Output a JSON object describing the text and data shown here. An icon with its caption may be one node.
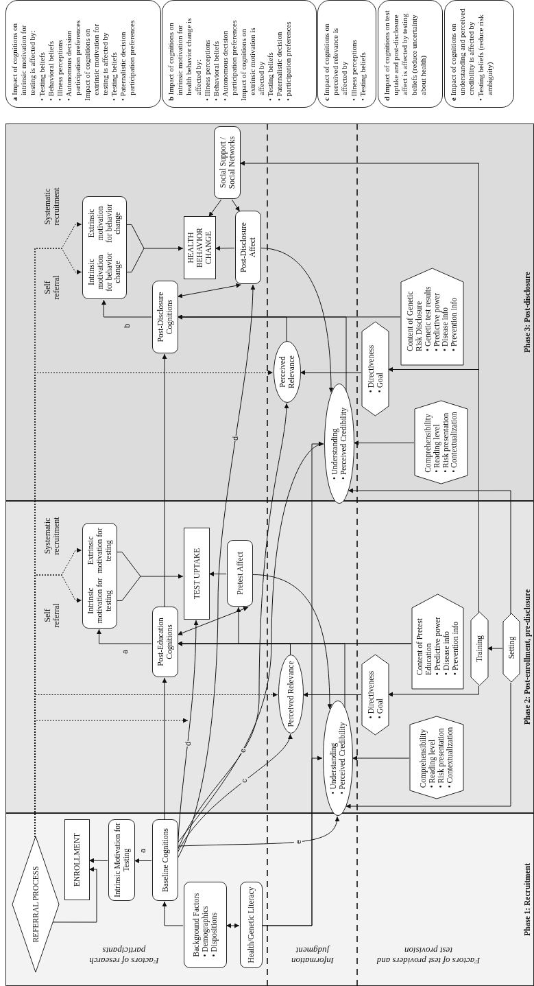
{
  "diagram": {
    "nodes": [
      {
        "text": [
          "**a** Impact of cognitions on intrinsic motivation for testing is affected by:",
          "• Testing beliefs",
          "• Behavioral beliefs",
          "• Illness perceptions",
          "• Autonomous decision participation preferences",
          "Impact of cognitions on extrinsic motivation for testing is affected by",
          "• Testing beliefs",
          "• Paternalistic decision participation preferences"
        ]
      },
      {
        "text": [
          "**b** Impact of cognitions on intrinsic motivation for health behavior change is affected by:",
          "• Illness perceptions",
          "• Behavioral beliefs",
          "• Autonomous decision participation preferences",
          "Impact of cognitions on extrinsic motivation is affected by",
          "• Testing beliefs",
          "• Paternalistic decision",
          "• participation preferences"
        ]
      },
      {
        "text": [
          "**c** Impact of cognitions on perceived relevance is affected by",
          "• Illness perceptions",
          "• Testing beliefs"
        ]
      },
      {
        "text": [
          "**d** Impact of cognitions on test uptake and post-disclosure affect is affected by testing beliefs (reduce uncertainty about health)"
        ]
      },
      {
        "text": [
          "**e** Impact of cognitions on understanding and perceived credibility is affected by",
          "• Testing beliefs (reduce risk ambiguity)"
        ]
      },
      {
        "text": [
          "Phase 1: Recruitment"
        ]
      },
      {
        "text": [
          "Phase 2: Post-enrollment, pre-disclosure"
        ]
      },
      {
        "text": [
          "Phase 3: Post-disclosure"
        ]
      },
      {
        "text": [
          "REFERRAL PROCESS"
        ],
        "in": 5
      },
      {
        "text": [
          "ENROLLMENT"
        ],
        "in": 5
      },
      {
        "text": [
          "Intrinsic Motivation for Testing"
        ],
        "in": 5
      },
      {
        "text": [
          "Baseline Cognitions"
        ],
        "in": 5
      },
      {
        "text": [
          "Background Factors",
          "• Demographics",
          "• Dispositions"
        ],
        "in": 5
      },
      {
        "text": [
          "Health/Genetic Literacy"
        ],
        "in": 5
      },
      {
        "text": [
          "Intrinsic motivation for testing",
          "Extrinsic motivation for testing"
        ],
        "in": 6
      },
      {
        "text": [
          "TEST UPTAKE"
        ],
        "in": 6
      },
      {
        "text": [
          "Pretest Affect"
        ],
        "in": 6
      },
      {
        "text": [
          "Post-Education Cognitions"
        ],
        "in": 6
      },
      {
        "text": [
          "Perceived Relevance"
        ],
        "in": 6
      },
      {
        "text": [
          "• Understanding",
          "• Perceived Credibility"
        ],
        "in": 6
      },
      {
        "text": [
          "• Directiveness",
          "• Goal"
        ],
        "in": 6
      },
      {
        "text": [
          "Comprehensibility",
          "• Reading level",
          "• Risk presentation",
          "• Contextualization"
        ],
        "in": 6
      },
      {
        "text": [
          "Content of Pretest Education",
          "• Predictive power",
          "• Disease info",
          "• Prevention info"
        ],
        "in": 6
      },
      {
        "text": [
          "Training"
        ],
        "in": 6
      },
      {
        "text": [
          "Setting"
        ],
        "in": 6
      },
      {
        "text": [
          "Intrinsic motivation for behavior change",
          "Extrinsic motivation for behavior change"
        ],
        "in": 7
      },
      {
        "text": [
          "HEALTH BEHAVIOR CHANGE"
        ],
        "in": 7
      },
      {
        "text": [
          "Post-Disclosure Affect"
        ],
        "in": 7
      },
      {
        "text": [
          "Social Support / Social Networks"
        ],
        "in": 7
      },
      {
        "text": [
          "Post-Disclosure Cognitions"
        ],
        "in": 7
      },
      {
        "text": [
          "Perceived Relevance"
        ],
        "in": 7
      },
      {
        "text": [
          "• Understanding",
          "• Perceived Credibility"
        ],
        "in": 7
      },
      {
        "text": [
          "• Directiveness",
          "• Goal"
        ],
        "in": 7
      },
      {
        "text": [
          "Comprehensibility",
          "• Reading level",
          "• Risk presentation",
          "• Contextualization"
        ],
        "in": 7
      },
      {
        "text": [
          "Content of Genetic Risk Disclosure",
          "• Genetic test results",
          "• Predictive power",
          "• Disease info",
          "• Prevention info"
        ],
        "in": 7
      }
    ],
    "edges": [
      {
        "from": 8,
        "to": 9,
        "arrow": "to"
      },
      {
        "from": 10,
        "to": 9,
        "arrow": "to"
      },
      {
        "from": 11,
        "to": 10,
        "arrow": "to",
        "label": "a"
      },
      {
        "from": 12,
        "to": 11,
        "arrow": "to"
      },
      {
        "from": 12,
        "to": 13,
        "arrow": "both"
      },
      {
        "from": 13,
        "to": 19,
        "arrow": "to"
      },
      {
        "from": 13,
        "to": 31,
        "arrow": "to"
      },
      {
        "from": 11,
        "to": 17,
        "arrow": "to"
      },
      {
        "from": 11,
        "to": 15,
        "arrow": "to",
        "label": "d"
      },
      {
        "from": 11,
        "to": 27,
        "arrow": "to",
        "label": "d"
      },
      {
        "from": 11,
        "to": 18,
        "arrow": "to",
        "label": "c"
      },
      {
        "from": 11,
        "to": 30,
        "arrow": "to"
      },
      {
        "from": 11,
        "to": 19,
        "arrow": "to",
        "label": "e"
      },
      {
        "from": 11,
        "to": 31,
        "arrow": "to",
        "label": "e"
      },
      {
        "from": 8,
        "to": 14,
        "arrow": "to",
        "style": "dashed",
        "label": "Self referral"
      },
      {
        "from": 8,
        "to": 14,
        "arrow": "to",
        "style": "dashed",
        "label": "Systematic recruitment"
      },
      {
        "from": 8,
        "to": 18,
        "arrow": "to",
        "style": "dashed"
      },
      {
        "from": 8,
        "to": null,
        "arrow": "to",
        "style": "dashed"
      },
      {
        "from": 8,
        "to": 25,
        "arrow": "to",
        "style": "dashed",
        "label": "Self referral"
      },
      {
        "from": 8,
        "to": 25,
        "arrow": "to",
        "style": "dashed",
        "label": "Systematic recruitment"
      },
      {
        "from": 8,
        "to": 30,
        "arrow": "to",
        "style": "dashed"
      },
      {
        "from": 14,
        "to": 15,
        "arrow": "to"
      },
      {
        "from": 16,
        "to": 15,
        "arrow": "to"
      },
      {
        "from": 17,
        "to": 14,
        "arrow": "to",
        "label": "a"
      },
      {
        "from": 17,
        "to": 16,
        "arrow": "both"
      },
      {
        "from": 22,
        "to": 17,
        "arrow": "to"
      },
      {
        "from": 22,
        "to": 16,
        "arrow": "to"
      },
      {
        "from": 18,
        "to": 17,
        "arrow": "to"
      },
      {
        "from": 19,
        "to": 17,
        "arrow": "to"
      },
      {
        "from": 16,
        "to": 19,
        "arrow": "to"
      },
      {
        "from": 20,
        "to": 18,
        "arrow": "to"
      },
      {
        "from": 21,
        "to": 19,
        "arrow": "to"
      },
      {
        "from": 23,
        "to": 20,
        "arrow": "to"
      },
      {
        "from": 24,
        "to": 23,
        "arrow": "to"
      },
      {
        "from": 24,
        "to": 19,
        "arrow": "to"
      },
      {
        "from": 24,
        "to": 31,
        "arrow": "to"
      },
      {
        "from": 23,
        "to": 32,
        "arrow": "to"
      },
      {
        "from": 23,
        "to": 28,
        "arrow": "to"
      },
      {
        "from": 17,
        "to": 29,
        "arrow": "to"
      },
      {
        "from": 25,
        "to": 26,
        "arrow": "to"
      },
      {
        "from": 27,
        "to": 26,
        "arrow": "to"
      },
      {
        "from": 28,
        "to": 26,
        "arrow": "to"
      },
      {
        "from": 28,
        "to": 27,
        "arrow": "to"
      },
      {
        "from": 29,
        "to": 25,
        "arrow": "to",
        "label": "b"
      },
      {
        "from": 29,
        "to": 27,
        "arrow": "both"
      },
      {
        "from": 34,
        "to": 29,
        "arrow": "to"
      },
      {
        "from": 30,
        "to": 29,
        "arrow": "to"
      },
      {
        "from": 31,
        "to": 29,
        "arrow": "to"
      },
      {
        "from": 27,
        "to": 31,
        "arrow": "to"
      },
      {
        "from": 32,
        "to": 30,
        "arrow": "to"
      },
      {
        "from": 33,
        "to": 31,
        "arrow": "to"
      }
    ],
    "labels": [
      "Factors of research participants",
      "Information judgment",
      "Factors of test providers and test provision"
    ]
  }
}
